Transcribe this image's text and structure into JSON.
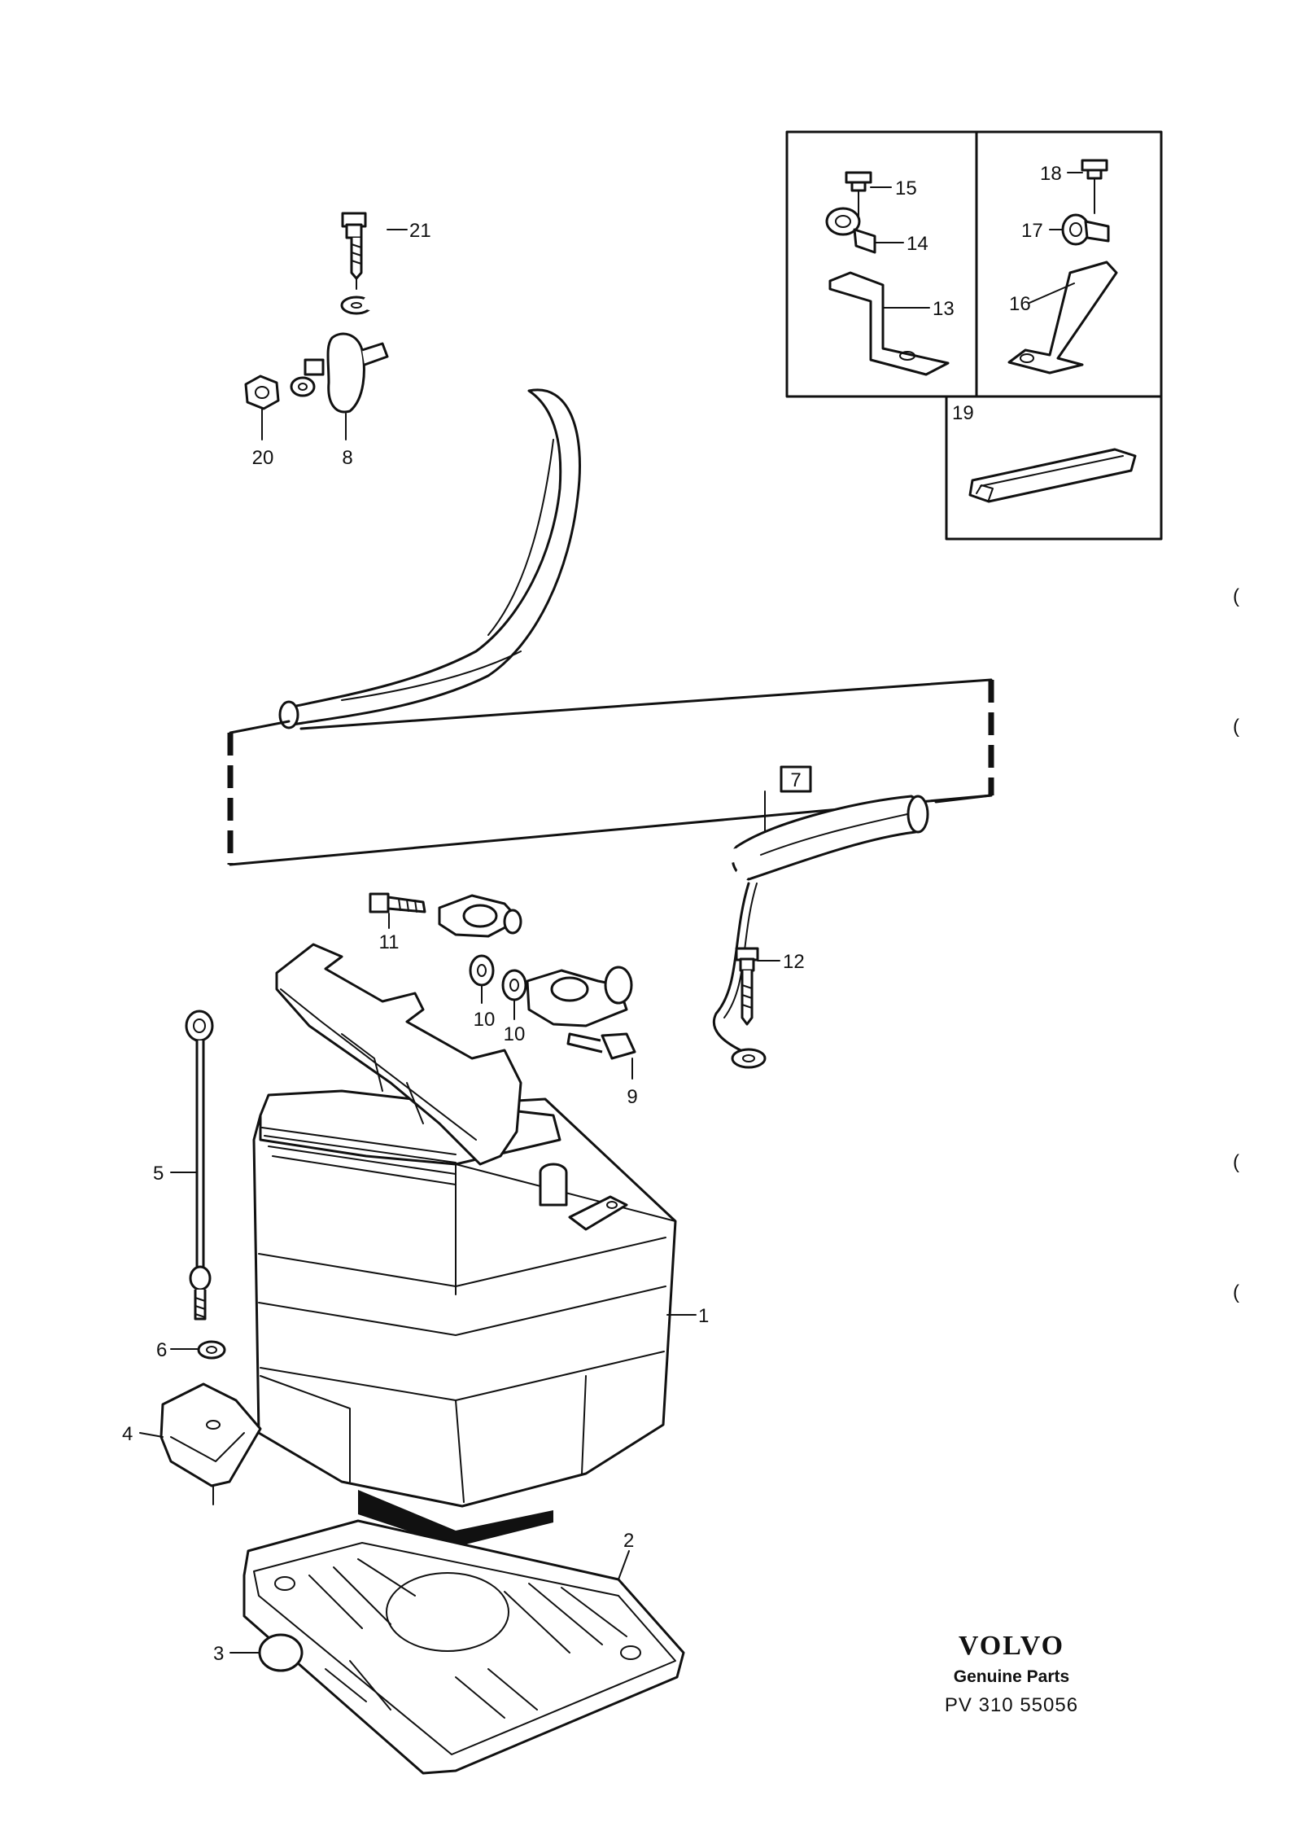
{
  "brand": {
    "name": "VOLVO",
    "tagline": "Genuine Parts",
    "code": "PV 310  55056"
  },
  "callouts": {
    "c1": "1",
    "c2": "2",
    "c3": "3",
    "c4": "4",
    "c5": "5",
    "c6": "6",
    "c7": "7",
    "c8": "8",
    "c9": "9",
    "c10a": "10",
    "c10b": "10",
    "c11": "11",
    "c12": "12",
    "c13": "13",
    "c14": "14",
    "c15": "15",
    "c16": "16",
    "c17": "17",
    "c18": "18",
    "c19": "19",
    "c20": "20",
    "c21": "21"
  },
  "margin_marks": [
    "(",
    "(",
    "(",
    "("
  ]
}
